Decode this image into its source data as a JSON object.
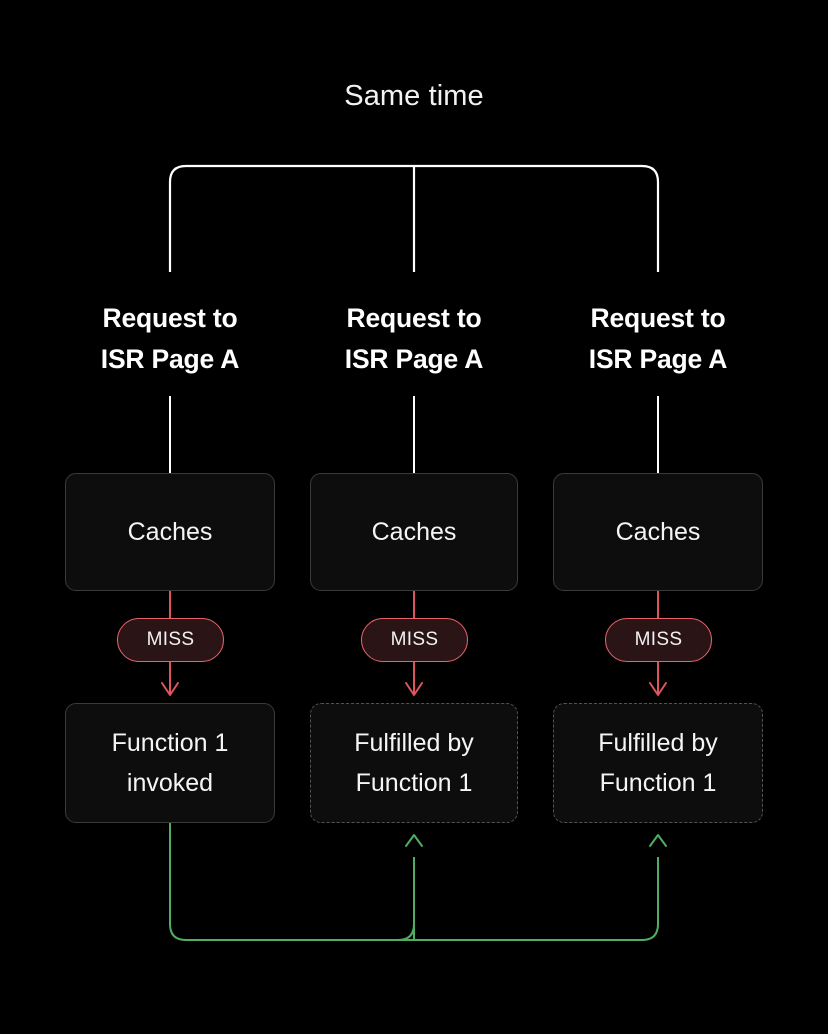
{
  "diagram": {
    "title": "Same time",
    "background_color": "#000000",
    "columns": [
      {
        "heading": "Request to\nISR Page A",
        "cache_label": "Caches",
        "status_label": "MISS",
        "result_label": "Function 1\ninvoked",
        "result_style": "solid"
      },
      {
        "heading": "Request to\nISR Page A",
        "cache_label": "Caches",
        "status_label": "MISS",
        "result_label": "Fulfilled by\nFunction 1",
        "result_style": "dashed"
      },
      {
        "heading": "Request to\nISR Page A",
        "cache_label": "Caches",
        "status_label": "MISS",
        "result_label": "Fulfilled by\nFunction 1",
        "result_style": "dashed"
      }
    ],
    "colors": {
      "text": "#ffffff",
      "box_fill": "#0d0d0d",
      "box_border": "#3a3a3a",
      "dashed_border": "#535353",
      "bracket": "#ffffff",
      "miss_fill": "#2b1416",
      "miss_border": "#e8646b",
      "miss_arrow": "#e0555d",
      "fulfill_arrow": "#4fae62"
    }
  }
}
